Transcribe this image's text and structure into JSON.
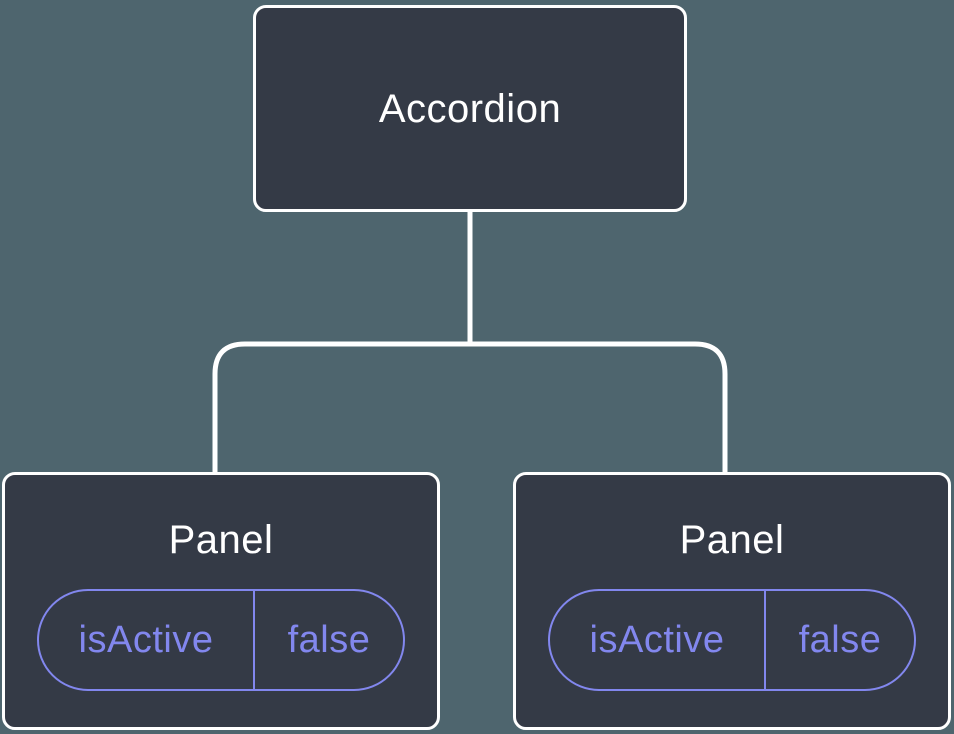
{
  "colors": {
    "background": "#4E656E",
    "node_fill": "#343A46",
    "node_border": "#FFFFFF",
    "node_text": "#FFFFFF",
    "state_accent": "#8287EE",
    "connector": "#FFFFFF"
  },
  "tree": {
    "root": {
      "label": "Accordion"
    },
    "children": [
      {
        "label": "Panel",
        "state": {
          "key": "isActive",
          "value": "false"
        }
      },
      {
        "label": "Panel",
        "state": {
          "key": "isActive",
          "value": "false"
        }
      }
    ]
  }
}
